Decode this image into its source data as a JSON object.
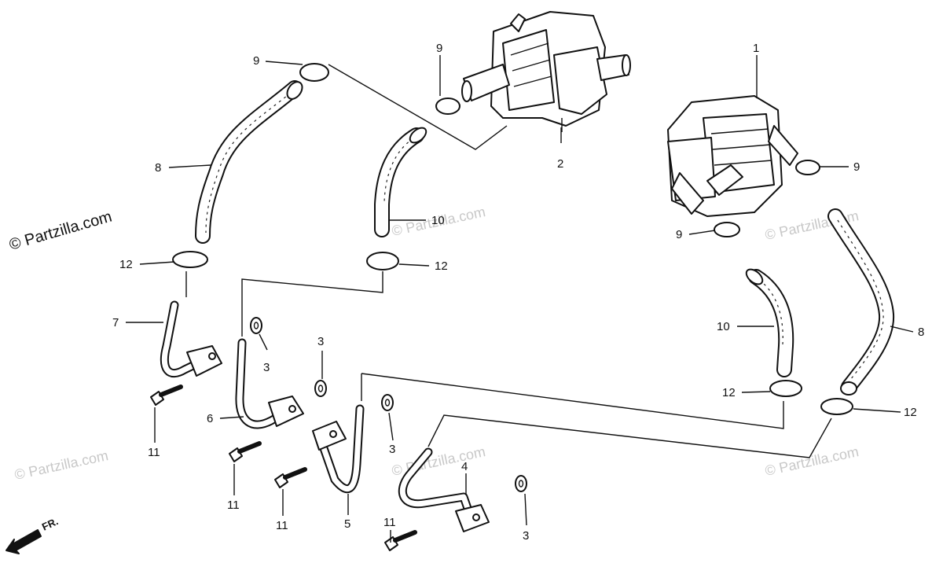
{
  "copyright": "© Partzilla.com",
  "watermark": "© Partzilla.com",
  "front_label": "FR.",
  "callouts": [
    {
      "id": "callout-1",
      "text": "1"
    },
    {
      "id": "callout-2",
      "text": "2"
    },
    {
      "id": "callout-3a",
      "text": "3"
    },
    {
      "id": "callout-3b",
      "text": "3"
    },
    {
      "id": "callout-3c",
      "text": "3"
    },
    {
      "id": "callout-3d",
      "text": "3"
    },
    {
      "id": "callout-4",
      "text": "4"
    },
    {
      "id": "callout-5",
      "text": "5"
    },
    {
      "id": "callout-6",
      "text": "6"
    },
    {
      "id": "callout-7",
      "text": "7"
    },
    {
      "id": "callout-8a",
      "text": "8"
    },
    {
      "id": "callout-8b",
      "text": "8"
    },
    {
      "id": "callout-9a",
      "text": "9"
    },
    {
      "id": "callout-9b",
      "text": "9"
    },
    {
      "id": "callout-9c",
      "text": "9"
    },
    {
      "id": "callout-9d",
      "text": "9"
    },
    {
      "id": "callout-10a",
      "text": "10"
    },
    {
      "id": "callout-10b",
      "text": "10"
    },
    {
      "id": "callout-11a",
      "text": "11"
    },
    {
      "id": "callout-11b",
      "text": "11"
    },
    {
      "id": "callout-11c",
      "text": "11"
    },
    {
      "id": "callout-11d",
      "text": "11"
    },
    {
      "id": "callout-12a",
      "text": "12"
    },
    {
      "id": "callout-12b",
      "text": "12"
    },
    {
      "id": "callout-12c",
      "text": "12"
    },
    {
      "id": "callout-12d",
      "text": "12"
    }
  ]
}
